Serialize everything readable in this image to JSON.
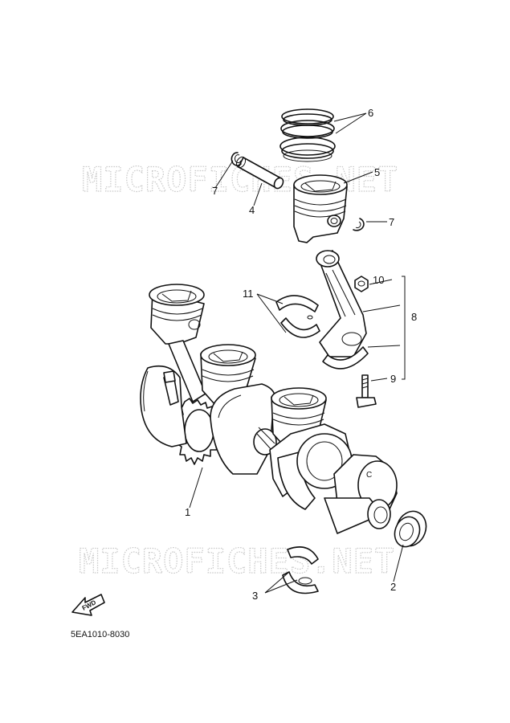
{
  "diagram": {
    "watermark": "MICROFICHES.NET",
    "callouts": [
      {
        "id": "c1",
        "label": "1"
      },
      {
        "id": "c2",
        "label": "2"
      },
      {
        "id": "c3",
        "label": "3"
      },
      {
        "id": "c4",
        "label": "4"
      },
      {
        "id": "c5",
        "label": "5"
      },
      {
        "id": "c6",
        "label": "6"
      },
      {
        "id": "c7a",
        "label": "7"
      },
      {
        "id": "c7b",
        "label": "7"
      },
      {
        "id": "c8",
        "label": "8"
      },
      {
        "id": "c9",
        "label": "9"
      },
      {
        "id": "c10",
        "label": "10"
      },
      {
        "id": "c11",
        "label": "11"
      }
    ],
    "forward_marker": "FWD",
    "crank_mark": "C",
    "part_code": "5EA1010-8030"
  }
}
